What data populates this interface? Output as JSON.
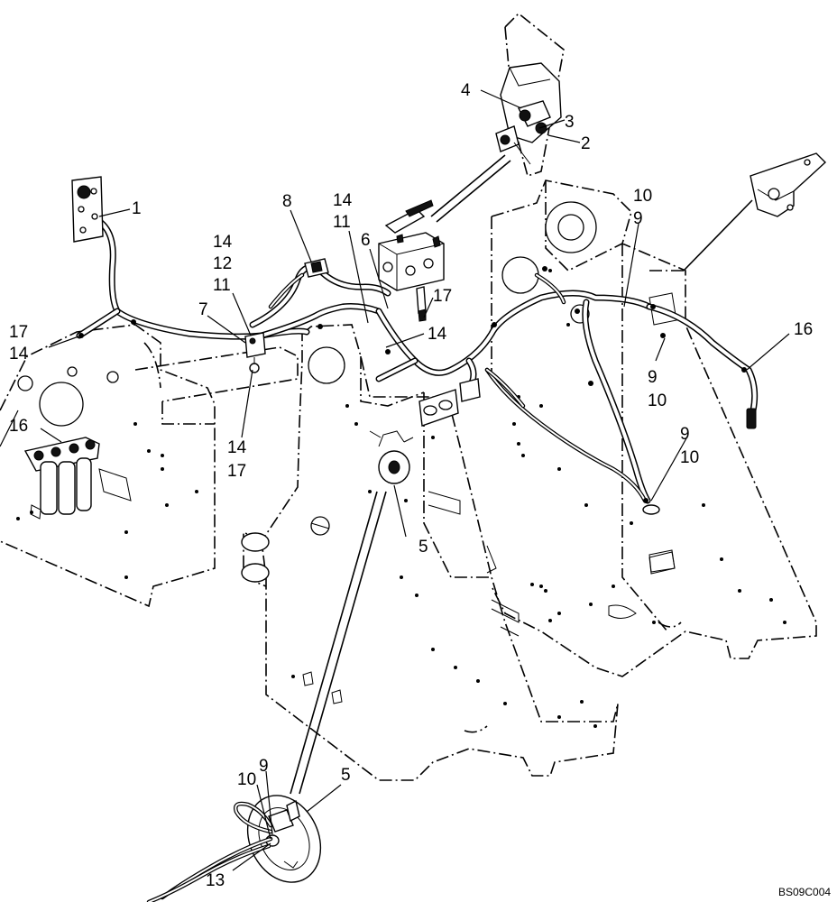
{
  "drawing_ref": "BS09C004",
  "callouts": {
    "c1": "1",
    "c2": "2",
    "c3": "3",
    "c4": "4",
    "c5a": "5",
    "c5b": "5",
    "c6": "6",
    "c7": "7",
    "c8": "8",
    "c9a": "9",
    "c9b": "9",
    "c9c": "9",
    "c9d": "9",
    "c10a": "10",
    "c10b": "10",
    "c10c": "10",
    "c10d": "10",
    "c11a": "11",
    "c11b": "11",
    "c12": "12",
    "c13": "13",
    "c14a": "14",
    "c14b": "14",
    "c14c": "14",
    "c14d": "14",
    "c14e": "14",
    "c16a": "16",
    "c16b": "16",
    "c17a": "17",
    "c17b": "17",
    "c17c": "17"
  }
}
